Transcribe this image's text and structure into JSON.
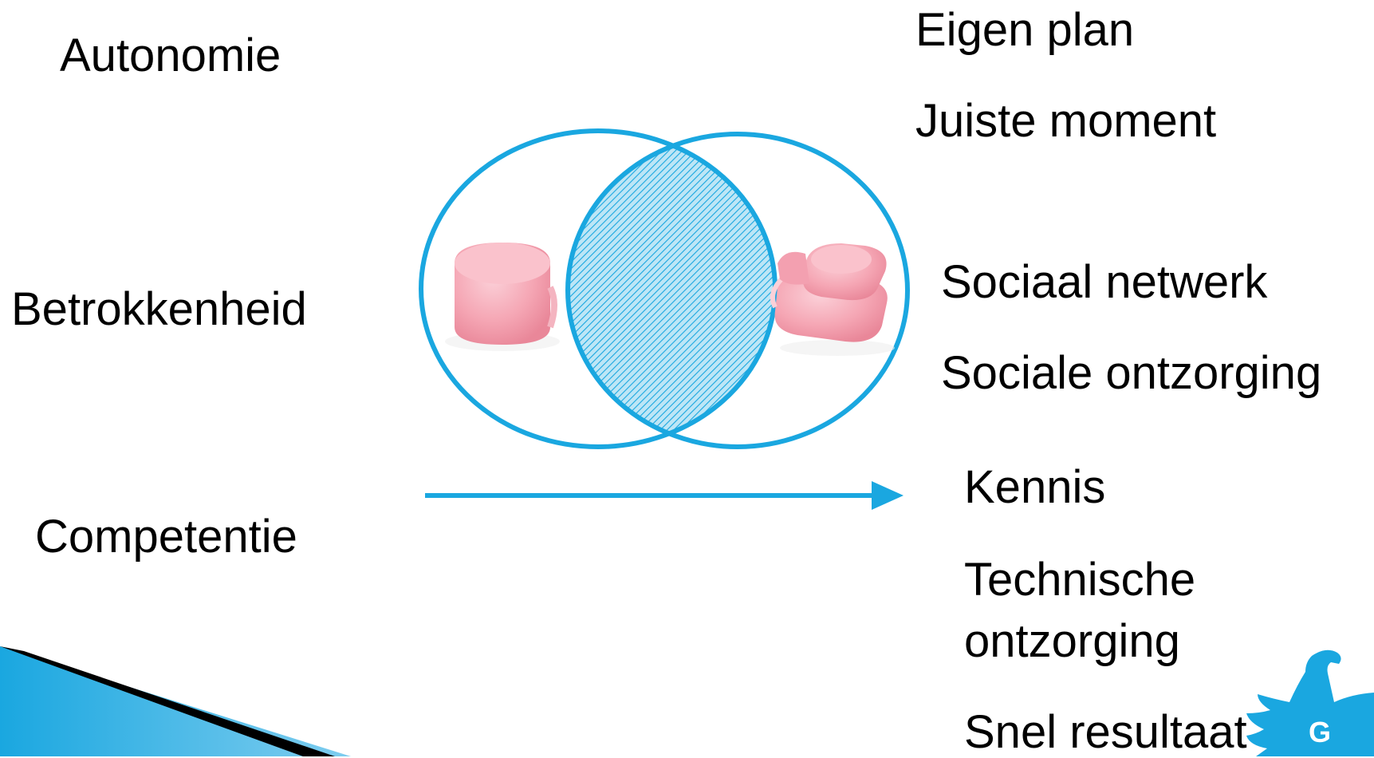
{
  "slide": {
    "left_labels": {
      "autonomie": "Autonomie",
      "betrokkenheid": "Betrokkenheid",
      "competentie": "Competentie"
    },
    "right_labels": {
      "eigen_plan": "Eigen plan",
      "juiste_moment": "Juiste moment",
      "sociaal_netwerk": "Sociaal netwerk",
      "sociale_ontzorging": "Sociale ontzorging",
      "kennis": "Kennis",
      "technische_line1": "Technische",
      "technische_line2": "ontzorging",
      "snel_resultaat": "Snel resultaat"
    },
    "logo": {
      "letter": "G"
    }
  },
  "colors": {
    "accent": "#1aa7e0",
    "overlap_fill": "#8fd3ee",
    "marshmallow": "#f5a6b4",
    "text": "#000000",
    "decoration_dark": "#000000"
  },
  "icons": {
    "left_marshmallow": "marshmallow-single-icon",
    "right_marshmallow": "marshmallow-pile-icon",
    "logo": "eagle-logo-icon"
  }
}
